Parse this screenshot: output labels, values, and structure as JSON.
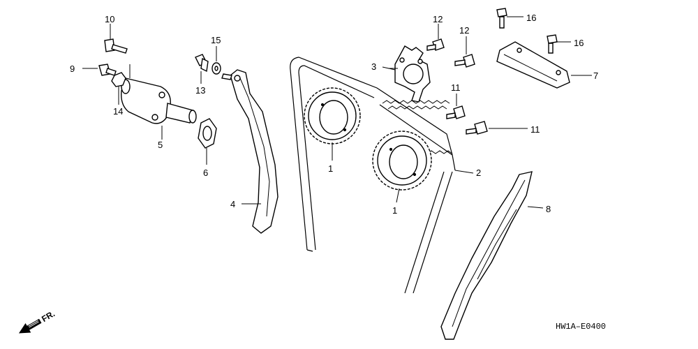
{
  "callouts": [
    {
      "id": "c10",
      "label": "10"
    },
    {
      "id": "c9",
      "label": "9"
    },
    {
      "id": "c14",
      "label": "14"
    },
    {
      "id": "c5",
      "label": "5"
    },
    {
      "id": "c15",
      "label": "15"
    },
    {
      "id": "c13",
      "label": "13"
    },
    {
      "id": "c6",
      "label": "6"
    },
    {
      "id": "c4",
      "label": "4"
    },
    {
      "id": "c3",
      "label": "3"
    },
    {
      "id": "c12a",
      "label": "12"
    },
    {
      "id": "c12b",
      "label": "12"
    },
    {
      "id": "c11a",
      "label": "11"
    },
    {
      "id": "c11b",
      "label": "11"
    },
    {
      "id": "c1a",
      "label": "1"
    },
    {
      "id": "c1b",
      "label": "1"
    },
    {
      "id": "c2",
      "label": "2"
    },
    {
      "id": "c16a",
      "label": "16"
    },
    {
      "id": "c16b",
      "label": "16"
    },
    {
      "id": "c7",
      "label": "7"
    },
    {
      "id": "c8",
      "label": "8"
    }
  ],
  "direction_marker": "FR.",
  "diagram_code": "HW1A–E0400"
}
